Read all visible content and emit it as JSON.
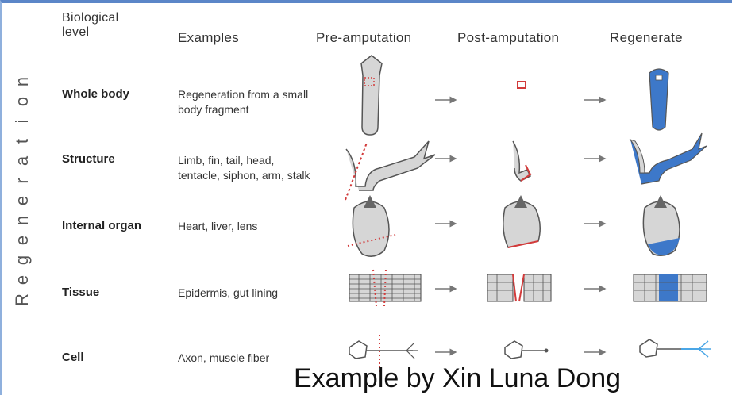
{
  "headers": {
    "level": "Biological level",
    "examples": "Examples",
    "pre": "Pre-amputation",
    "post": "Post-amputation",
    "regen": "Regenerate"
  },
  "side_label": "Regeneration",
  "rows": [
    {
      "level": "Whole body",
      "examples": "Regeneration from a small body fragment"
    },
    {
      "level": "Structure",
      "examples": "Limb, fin, tail, head, tentacle, siphon, arm, stalk"
    },
    {
      "level": "Internal organ",
      "examples": "Heart, liver, lens"
    },
    {
      "level": "Tissue",
      "examples": "Epidermis, gut lining"
    },
    {
      "level": "Cell",
      "examples": "Axon, muscle fiber"
    }
  ],
  "caption": "Example by Xin Luna Dong",
  "colors": {
    "regenerated": "#3d78c9",
    "cut": "#d23b3b",
    "tissue": "#d6d6d6",
    "accent": "#5b86c8"
  }
}
